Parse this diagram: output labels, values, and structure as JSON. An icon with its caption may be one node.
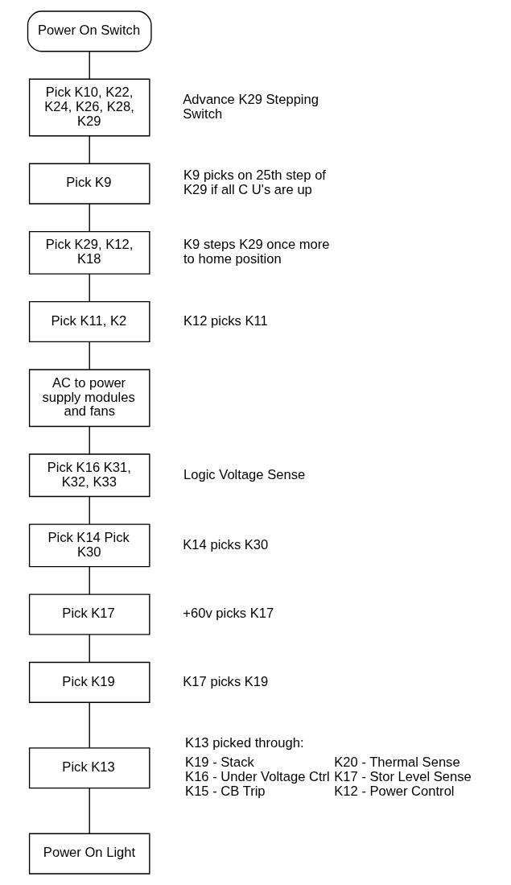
{
  "diagram": {
    "nodes": [
      {
        "text": [
          "Power On Switch"
        ]
      },
      {
        "text": [
          "Pick K10, K22, K24, K26, K28, K29"
        ],
        "beside": [
          "Advance K29 Stepping Switch"
        ]
      },
      {
        "text": [
          "Pick K9"
        ],
        "beside": [
          "K9 picks on 25th step of K29 if all C U's are up"
        ]
      },
      {
        "text": [
          "Pick K29, K12, K18"
        ],
        "beside": [
          "K9 steps K29 once more to home position"
        ]
      },
      {
        "text": [
          "Pick K11, K2"
        ],
        "beside": [
          "K12 picks K11"
        ]
      },
      {
        "text": [
          "AC to power supply modules and fans"
        ]
      },
      {
        "text": [
          "Pick K16 K31, K32, K33"
        ],
        "beside": [
          "Logic Voltage Sense"
        ]
      },
      {
        "text": [
          "Pick K14 Pick K30"
        ],
        "beside": [
          "K14 picks K30"
        ]
      },
      {
        "text": [
          "Pick K17"
        ],
        "beside": [
          "+60v picks K17"
        ]
      },
      {
        "text": [
          "Pick K19"
        ],
        "beside": [
          "K17 picks K19"
        ]
      },
      {
        "text": [
          "Pick K13"
        ],
        "beside": [
          "K13 picked through:",
          "K19 - Stack",
          "K16 - Under Voltage Ctrl",
          "K15 - CB Trip",
          "K20 - Thermal Sense",
          "K17 - Stor Level Sense",
          "K12 - Power Control"
        ]
      },
      {
        "text": [
          "Power On Light"
        ]
      }
    ],
    "edges": [
      {
        "from": 0,
        "to": 1,
        "arrow": "none"
      },
      {
        "from": 1,
        "to": 2,
        "arrow": "none"
      },
      {
        "from": 2,
        "to": 3,
        "arrow": "none"
      },
      {
        "from": 3,
        "to": 4,
        "arrow": "none"
      },
      {
        "from": 4,
        "to": 5,
        "arrow": "none"
      },
      {
        "from": 5,
        "to": 6,
        "arrow": "none"
      },
      {
        "from": 6,
        "to": 7,
        "arrow": "none"
      },
      {
        "from": 7,
        "to": 8,
        "arrow": "none"
      },
      {
        "from": 8,
        "to": 9,
        "arrow": "none"
      },
      {
        "from": 9,
        "to": 10,
        "arrow": "none"
      },
      {
        "from": 10,
        "to": 11,
        "arrow": "none"
      }
    ]
  }
}
